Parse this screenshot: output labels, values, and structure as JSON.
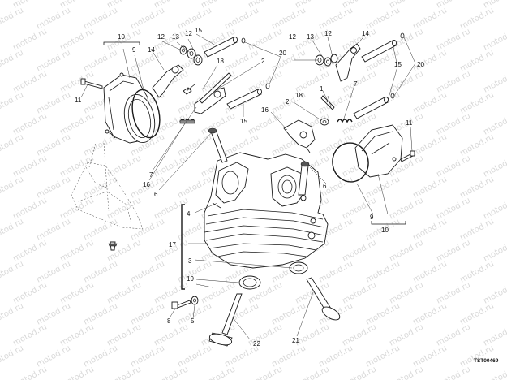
{
  "watermark": "motod.ru",
  "drawing_code": "TST00469",
  "labels": {
    "l1": "1",
    "l2a": "2",
    "l2b": "2",
    "l3": "3",
    "l4": "4",
    "l5": "5",
    "l6a": "6",
    "l6b": "6",
    "l7a": "7",
    "l7b": "7",
    "l8": "8",
    "l9a": "9",
    "l9b": "9",
    "l10a": "10",
    "l10b": "10",
    "l11a": "11",
    "l11b": "11",
    "l12a": "12",
    "l12b": "12",
    "l12c": "12",
    "l12d": "12",
    "l13a": "13",
    "l13b": "13",
    "l14a": "14",
    "l14b": "14",
    "l15a": "15",
    "l15b": "15",
    "l15c": "15",
    "l16a": "16",
    "l16b": "16",
    "l17": "17",
    "l18a": "18",
    "l18b": "18",
    "l19": "19",
    "l20a": "20",
    "l20b": "20",
    "l21": "21",
    "l22": "22"
  }
}
